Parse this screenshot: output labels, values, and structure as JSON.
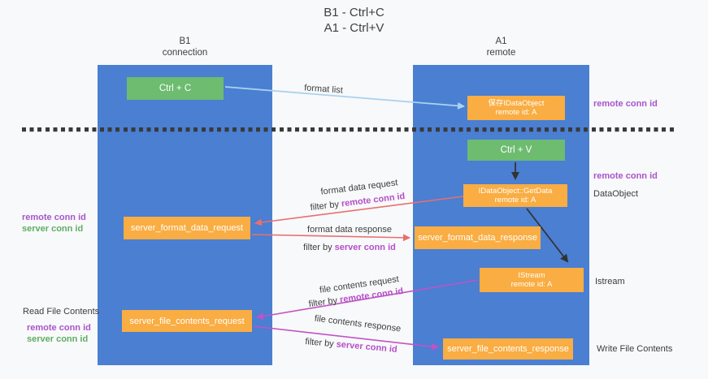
{
  "title": {
    "line1": "B1 - Ctrl+C",
    "line2": "A1 - Ctrl+V"
  },
  "lanes": {
    "left": {
      "title": "B1",
      "subtitle": "connection"
    },
    "right": {
      "title": "A1",
      "subtitle": "remote"
    }
  },
  "nodes": {
    "ctrl_c": {
      "label": "Ctrl + C"
    },
    "ctrl_v": {
      "label": "Ctrl + V"
    },
    "saved_dataobject": {
      "line1": "保存IDataObject",
      "line2": "remote id: A"
    },
    "getdata": {
      "line1": "IDataObject::GetData",
      "line2": "remote id: A"
    },
    "istream": {
      "line1": "IStream",
      "line2": "remote id: A"
    },
    "format_request": {
      "label": "server_format_data_request"
    },
    "format_response": {
      "label": "server_format_data_response"
    },
    "file_request": {
      "label": "server_file_contents_request"
    },
    "file_response": {
      "label": "server_file_contents_response"
    }
  },
  "flow_labels": {
    "format_list": "format list",
    "format_request": "format data request",
    "format_request_filter_prefix": "filter by ",
    "format_request_filter_key": "remote conn id",
    "format_response": "format data response",
    "format_response_filter_prefix": "filter by ",
    "format_response_filter_key": "server conn id",
    "file_request": "file contents request",
    "file_request_filter_prefix": "filter by ",
    "file_request_filter_key": "remote conn id",
    "file_response": "file contents response",
    "file_response_filter_prefix": "filter by ",
    "file_response_filter_key": "server conn id"
  },
  "annotations": {
    "right_top_conn_id": "remote conn id",
    "right_mid_conn_id": "remote conn id",
    "right_dataobject": "DataObject",
    "right_istream": "Istream",
    "right_write": "Write File Contents",
    "left_mid": {
      "remote": "remote conn id",
      "server": "server conn id"
    },
    "left_bottom": {
      "title": "Read File Contents",
      "remote": "remote conn id",
      "server": "server conn id"
    }
  },
  "colors": {
    "lane_blue": "#4a7fd2",
    "box_green": "#6dbc70",
    "box_orange": "#f9ad42",
    "arrow_red": "#e86f6f",
    "arrow_magenta": "#c252c6",
    "arrow_light_blue": "#aad2f0",
    "arrow_black": "#333333",
    "text_purple": "#a855cc",
    "text_green": "#5fad63",
    "dashed_line": "#3a3a3a"
  }
}
